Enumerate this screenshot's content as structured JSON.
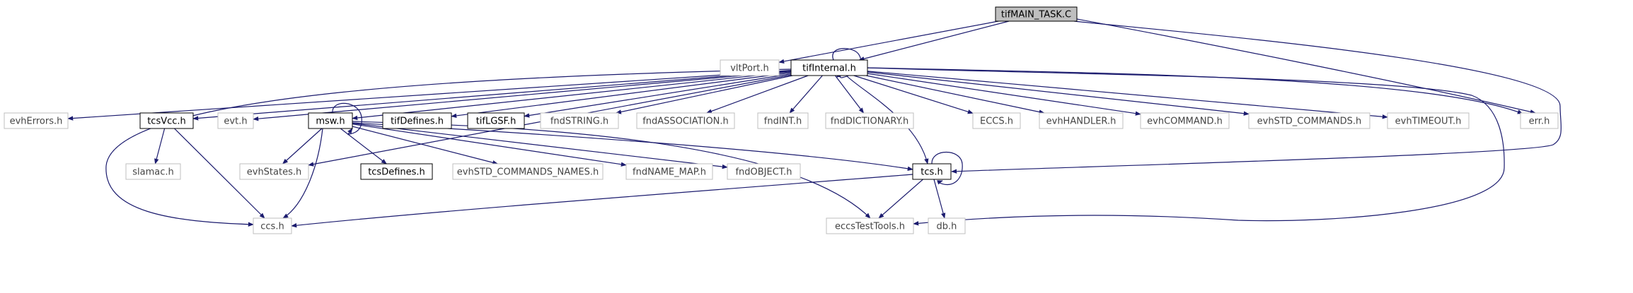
{
  "diagram": {
    "title": "",
    "colors": {
      "edge": "#1b1b6e",
      "arrowhead": "#1b1b6e",
      "root_fill": "#bfbfbf",
      "documented_border": "#000000",
      "undocumented_border": "#bfbfbf",
      "text": "#000000",
      "undocumented_text": "#444444",
      "background": "#ffffff"
    },
    "nodes": [
      {
        "id": "root",
        "label": "tifMAIN_TASK.C",
        "style": "root"
      },
      {
        "id": "vltPort",
        "label": "vltPort.h",
        "style": "plain"
      },
      {
        "id": "tifInternal",
        "label": "tifInternal.h",
        "style": "documented"
      },
      {
        "id": "evhErrors",
        "label": "evhErrors.h",
        "style": "plain"
      },
      {
        "id": "tcsVcc",
        "label": "tcsVcc.h",
        "style": "documented"
      },
      {
        "id": "evt",
        "label": "evt.h",
        "style": "plain"
      },
      {
        "id": "msw",
        "label": "msw.h",
        "style": "documented"
      },
      {
        "id": "tifDefines",
        "label": "tifDefines.h",
        "style": "documented"
      },
      {
        "id": "tifLGSF",
        "label": "tifLGSF.h",
        "style": "documented"
      },
      {
        "id": "fndSTRING",
        "label": "fndSTRING.h",
        "style": "plain"
      },
      {
        "id": "fndASSOCIATION",
        "label": "fndASSOCIATION.h",
        "style": "plain"
      },
      {
        "id": "fndINT",
        "label": "fndINT.h",
        "style": "plain"
      },
      {
        "id": "fndDICTIONARY",
        "label": "fndDICTIONARY.h",
        "style": "plain"
      },
      {
        "id": "ECCS",
        "label": "ECCS.h",
        "style": "plain"
      },
      {
        "id": "evhHANDLER",
        "label": "evhHANDLER.h",
        "style": "plain"
      },
      {
        "id": "evhCOMMAND",
        "label": "evhCOMMAND.h",
        "style": "plain"
      },
      {
        "id": "evhSTD_COMMANDS",
        "label": "evhSTD_COMMANDS.h",
        "style": "plain"
      },
      {
        "id": "evhTIMEOUT",
        "label": "evhTIMEOUT.h",
        "style": "plain"
      },
      {
        "id": "err",
        "label": "err.h",
        "style": "plain"
      },
      {
        "id": "slamac",
        "label": "slamac.h",
        "style": "plain"
      },
      {
        "id": "evhStates",
        "label": "evhStates.h",
        "style": "plain"
      },
      {
        "id": "tcsDefines",
        "label": "tcsDefines.h",
        "style": "documented"
      },
      {
        "id": "evhSTD_COMMANDS_NAMES",
        "label": "evhSTD_COMMANDS_NAMES.h",
        "style": "plain"
      },
      {
        "id": "fndNAME_MAP",
        "label": "fndNAME_MAP.h",
        "style": "plain"
      },
      {
        "id": "fndOBJECT",
        "label": "fndOBJECT.h",
        "style": "plain"
      },
      {
        "id": "tcs",
        "label": "tcs.h",
        "style": "documented"
      },
      {
        "id": "ccs",
        "label": "ccs.h",
        "style": "plain"
      },
      {
        "id": "eccsTestTools",
        "label": "eccsTestTools.h",
        "style": "plain"
      },
      {
        "id": "db",
        "label": "db.h",
        "style": "plain"
      }
    ],
    "edges": [
      {
        "from": "root",
        "to": "vltPort"
      },
      {
        "from": "root",
        "to": "tifInternal"
      },
      {
        "from": "root",
        "to": "err"
      },
      {
        "from": "root",
        "to": "tcs"
      },
      {
        "from": "tifInternal",
        "to": "tifInternal"
      },
      {
        "from": "tifInternal",
        "to": "evhErrors"
      },
      {
        "from": "tifInternal",
        "to": "tcsVcc"
      },
      {
        "from": "tifInternal",
        "to": "evt"
      },
      {
        "from": "tifInternal",
        "to": "msw"
      },
      {
        "from": "tifInternal",
        "to": "tifDefines"
      },
      {
        "from": "tifInternal",
        "to": "tifLGSF"
      },
      {
        "from": "tifInternal",
        "to": "fndSTRING"
      },
      {
        "from": "tifInternal",
        "to": "fndASSOCIATION"
      },
      {
        "from": "tifInternal",
        "to": "fndINT"
      },
      {
        "from": "tifInternal",
        "to": "fndDICTIONARY"
      },
      {
        "from": "tifInternal",
        "to": "ECCS"
      },
      {
        "from": "tifInternal",
        "to": "evhHANDLER"
      },
      {
        "from": "tifInternal",
        "to": "evhCOMMAND"
      },
      {
        "from": "tifInternal",
        "to": "evhSTD_COMMANDS"
      },
      {
        "from": "tifInternal",
        "to": "evhTIMEOUT"
      },
      {
        "from": "tifInternal",
        "to": "err"
      },
      {
        "from": "tifInternal",
        "to": "evhStates"
      },
      {
        "from": "tifInternal",
        "to": "ccs"
      },
      {
        "from": "tifInternal",
        "to": "tcs"
      },
      {
        "from": "tifInternal",
        "to": "eccsTestTools"
      },
      {
        "from": "tcsVcc",
        "to": "slamac"
      },
      {
        "from": "tcsVcc",
        "to": "ccs"
      },
      {
        "from": "msw",
        "to": "msw"
      },
      {
        "from": "msw",
        "to": "evhStates"
      },
      {
        "from": "msw",
        "to": "tcsDefines"
      },
      {
        "from": "msw",
        "to": "evhSTD_COMMANDS_NAMES"
      },
      {
        "from": "msw",
        "to": "fndNAME_MAP"
      },
      {
        "from": "msw",
        "to": "fndOBJECT"
      },
      {
        "from": "msw",
        "to": "tcs"
      },
      {
        "from": "msw",
        "to": "ccs"
      },
      {
        "from": "msw",
        "to": "eccsTestTools"
      },
      {
        "from": "tcs",
        "to": "tcs"
      },
      {
        "from": "tcs",
        "to": "ccs"
      },
      {
        "from": "tcs",
        "to": "eccsTestTools"
      },
      {
        "from": "tcs",
        "to": "db"
      }
    ]
  }
}
